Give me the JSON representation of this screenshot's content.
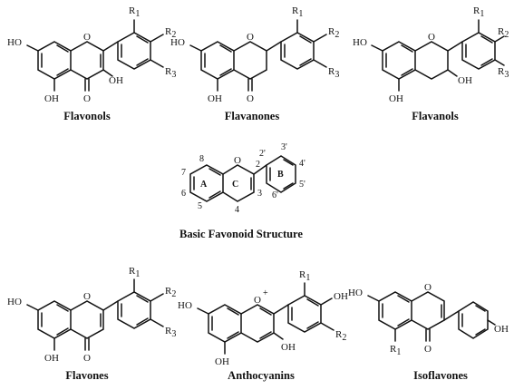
{
  "labels": {
    "flavonols": "Flavonols",
    "flavanones": "Flavanones",
    "flavanols": "Flavanols",
    "basic": "Basic Favonoid Structure",
    "flavones": "Flavones",
    "anthocyanins": "Anthocyanins",
    "isoflavones": "Isoflavones"
  },
  "atoms": {
    "ho": "HO",
    "oh": "OH",
    "o": "O",
    "r1": "R",
    "r2": "R",
    "r3": "R",
    "sub1": "1",
    "sub2": "2",
    "sub3": "3",
    "plus": "+"
  },
  "basic_structure": {
    "ring_a": "A",
    "ring_b": "B",
    "ring_c": "C",
    "pos_2": "2",
    "pos_3": "3",
    "pos_4": "4",
    "pos_5": "5",
    "pos_6": "6",
    "pos_7": "7",
    "pos_8": "8",
    "pos_2p": "2'",
    "pos_3p": "3'",
    "pos_4p": "4'",
    "pos_5p": "5'",
    "pos_6p": "6'"
  }
}
